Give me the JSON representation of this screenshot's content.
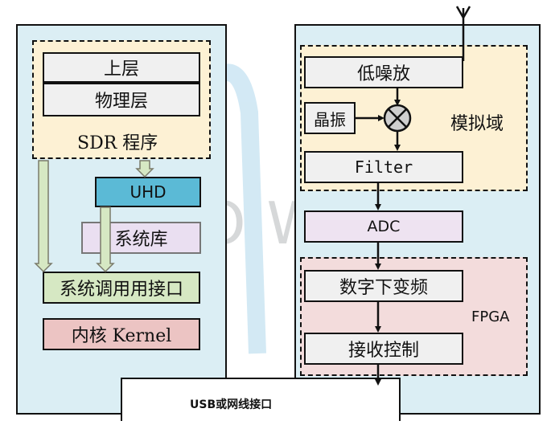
{
  "host": {
    "upper_layer": "上层",
    "physical_layer": "物理层",
    "sdr_program": "SDR 程序",
    "uhd": "UHD",
    "system_library": "系统库",
    "syscall_interface": "系统调用用接口",
    "kernel": "内核 Kernel"
  },
  "device": {
    "lna": "低噪放",
    "crystal": "晶振",
    "filter": "Filter",
    "analog_domain": "模拟域",
    "adc": "ADC",
    "ddc": "数字下变频",
    "fpga": "FPGA",
    "rx_control": "接收控制"
  },
  "bus": {
    "label": "USB或网线接口"
  },
  "watermark": "HUOWAVE",
  "colors": {
    "panel": "#dbeef4",
    "sdr_program": "#fdf1d4",
    "uhd": "#5bbad6",
    "system_library": "#eadff1",
    "syscall": "#d6e8c3",
    "kernel": "#ecc4c3",
    "analog_domain": "#fdf1d4",
    "adc": "#eee3f1",
    "fpga": "#f3dcdc"
  }
}
